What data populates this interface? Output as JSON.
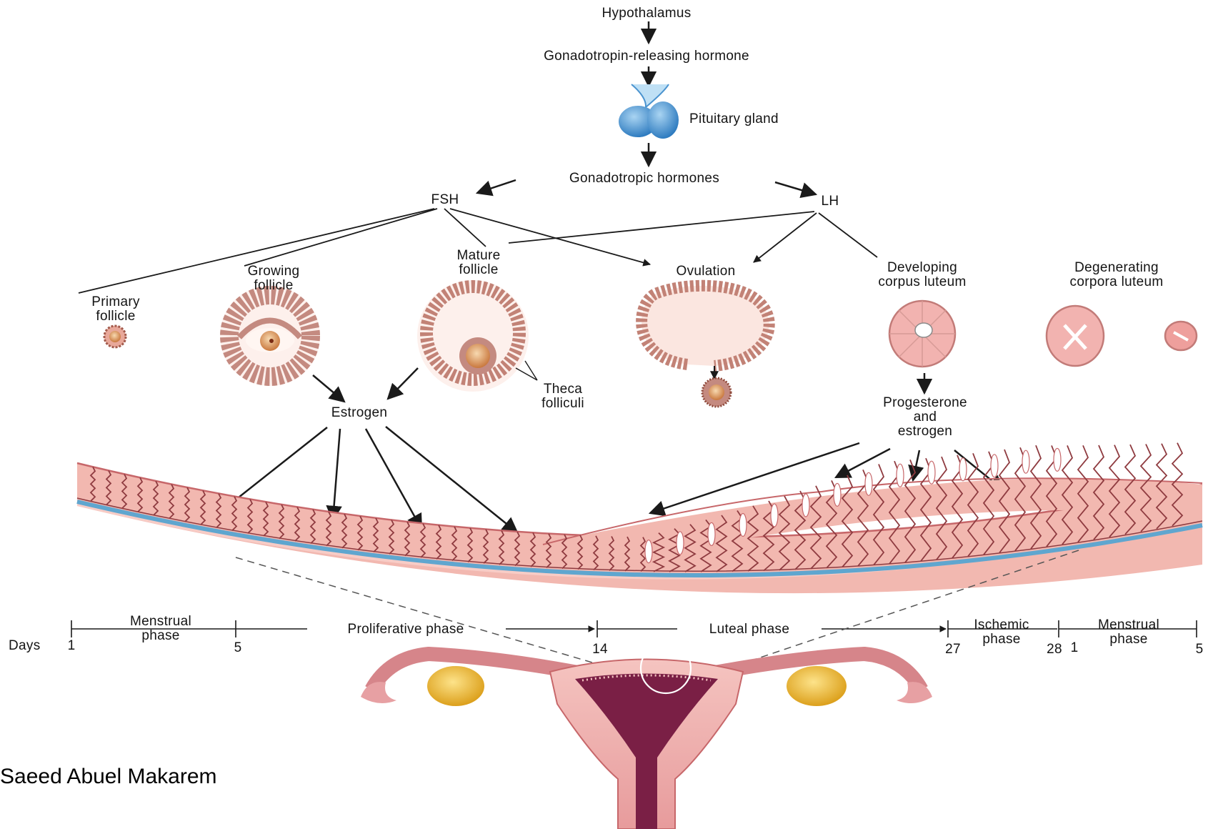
{
  "hormones": {
    "hypothalamus": "Hypothalamus",
    "gnrh": "Gonadotropin-releasing hormone",
    "pituitary": "Pituitary gland",
    "gonadotropic": "Gonadotropic hormones",
    "fsh": "FSH",
    "lh": "LH"
  },
  "ovary_stages": {
    "primary_follicle": [
      "Primary",
      "follicle"
    ],
    "growing_follicle": [
      "Growing",
      "follicle"
    ],
    "mature_follicle": [
      "Mature",
      "follicle"
    ],
    "ovulation": "Ovulation",
    "developing_corpus_luteum": [
      "Developing",
      "corpus luteum"
    ],
    "degenerating_corpora_luteum": [
      "Degenerating",
      "corpora luteum"
    ],
    "theca_folliculi": [
      "Theca",
      "folliculi"
    ]
  },
  "ovarian_hormones": {
    "estrogen": "Estrogen",
    "progesterone_estrogen": [
      "Progesterone",
      "and",
      "estrogen"
    ]
  },
  "timeline": {
    "days_label": "Days",
    "phases": [
      {
        "name": [
          "Menstrual",
          "phase"
        ]
      },
      {
        "name": [
          "Proliferative phase"
        ]
      },
      {
        "name": [
          "Luteal phase"
        ]
      },
      {
        "name": [
          "Ischemic",
          "phase"
        ]
      },
      {
        "name": [
          "Menstrual",
          "phase"
        ]
      }
    ],
    "day_marks": [
      "1",
      "5",
      "14",
      "27",
      "28",
      "1",
      "5"
    ]
  },
  "credit": "Saeed Abuel Makarem",
  "colors": {
    "tissue": "#f2b8b0",
    "tissue_dark": "#c7676a",
    "gland_line": "#8f3b40",
    "basal_layer": "#5fa6cf",
    "pituitary": "#4a93cf",
    "uterus_dark": "#7a1f45",
    "ovary": "#e8b321",
    "arrow": "#1a1a1a"
  }
}
